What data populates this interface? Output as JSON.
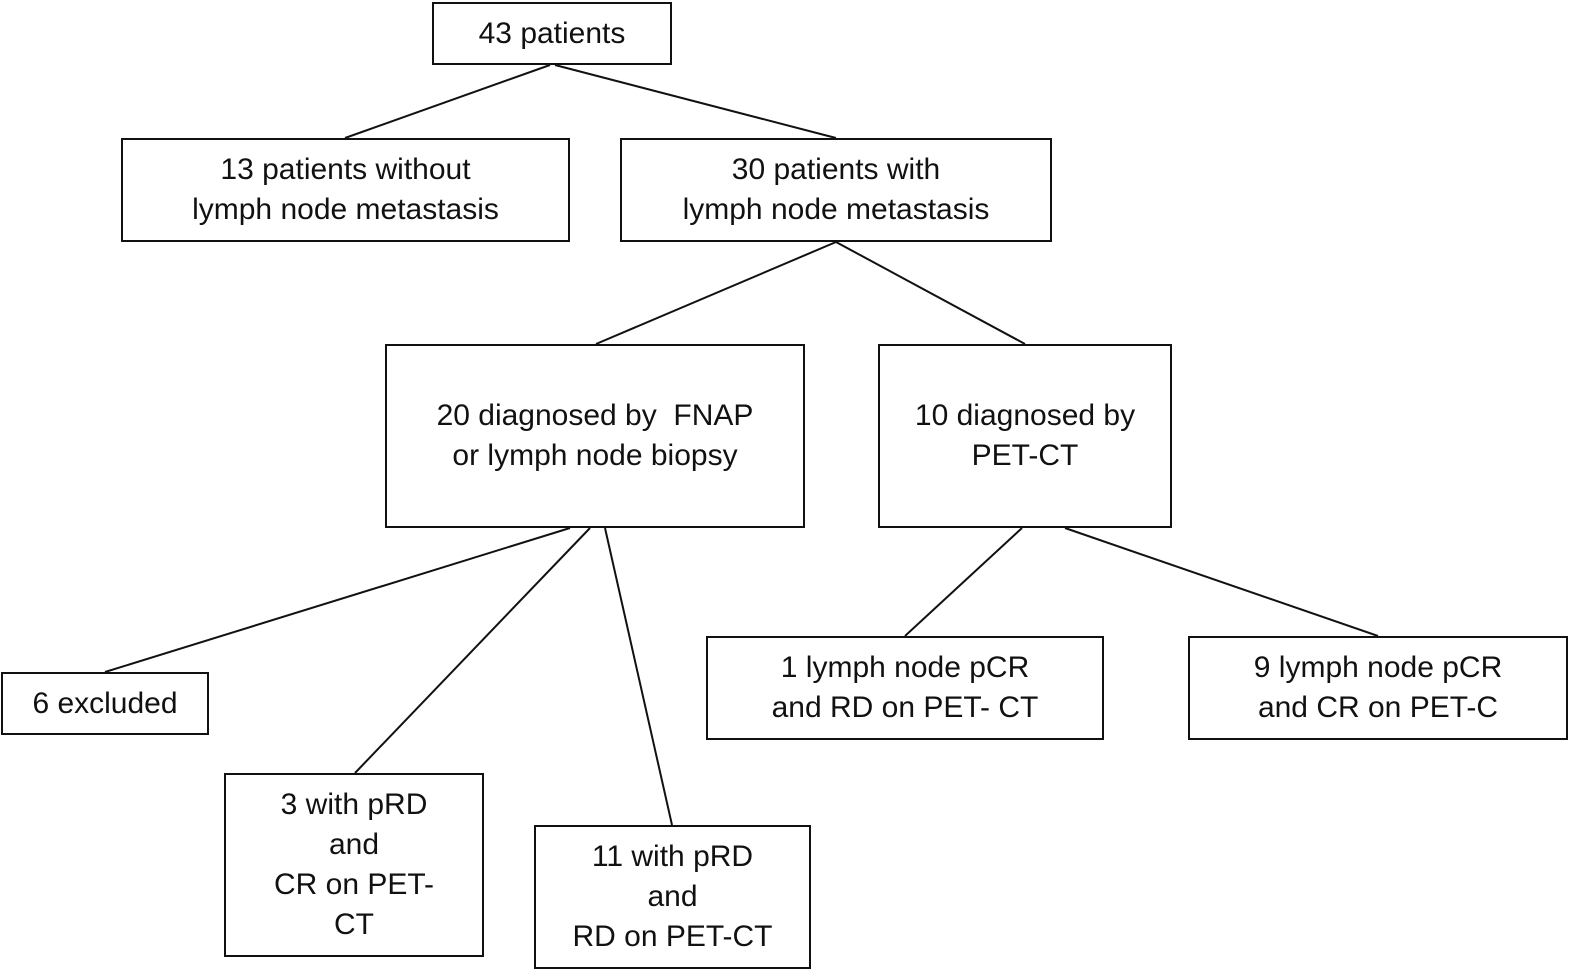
{
  "nodes": {
    "root": [
      "43 patients"
    ],
    "no_metastasis": [
      "13 patients without",
      "lymph node metastasis"
    ],
    "metastasis": [
      "30 patients with",
      "lymph node metastasis"
    ],
    "fnap": [
      "20 diagnosed by  FNAP",
      "or lymph node biopsy"
    ],
    "petct": [
      "10 diagnosed by",
      "PET-CT"
    ],
    "excluded": [
      "6 excluded"
    ],
    "prd_cr": [
      "3 with pRD",
      "and",
      "CR on PET-",
      "CT"
    ],
    "prd_rd": [
      "11 with pRD",
      "and",
      "RD on PET-CT"
    ],
    "pcr_rd": [
      "1 lymph node pCR",
      "and RD on PET- CT"
    ],
    "pcr_cr": [
      "9 lymph node pCR",
      "and CR on PET-C"
    ]
  },
  "colors": {
    "line": "#111111",
    "box_border": "#111111",
    "text": "#111111",
    "background": "#ffffff"
  }
}
